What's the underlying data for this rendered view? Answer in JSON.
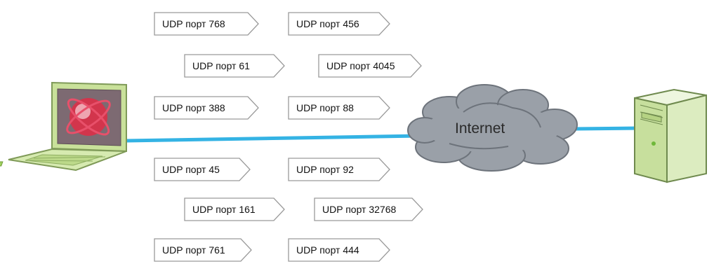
{
  "cloud": {
    "label": "Internet"
  },
  "tags": [
    {
      "text": "UDP порт 768"
    },
    {
      "text": "UDP порт 456"
    },
    {
      "text": "UDP порт 61"
    },
    {
      "text": "UDP порт 4045"
    },
    {
      "text": "UDP порт 388"
    },
    {
      "text": "UDP порт 88"
    },
    {
      "text": "UDP порт 45"
    },
    {
      "text": "UDP порт 92"
    },
    {
      "text": "UDP порт 161"
    },
    {
      "text": "UDP порт 32768"
    },
    {
      "text": "UDP порт 761"
    },
    {
      "text": "UDP порт 444"
    }
  ],
  "colors": {
    "link": "#34b3e4",
    "laptop_body": "#cfe6a4",
    "server_body": "#dcecc0",
    "cloud": "#9aa0a8"
  }
}
